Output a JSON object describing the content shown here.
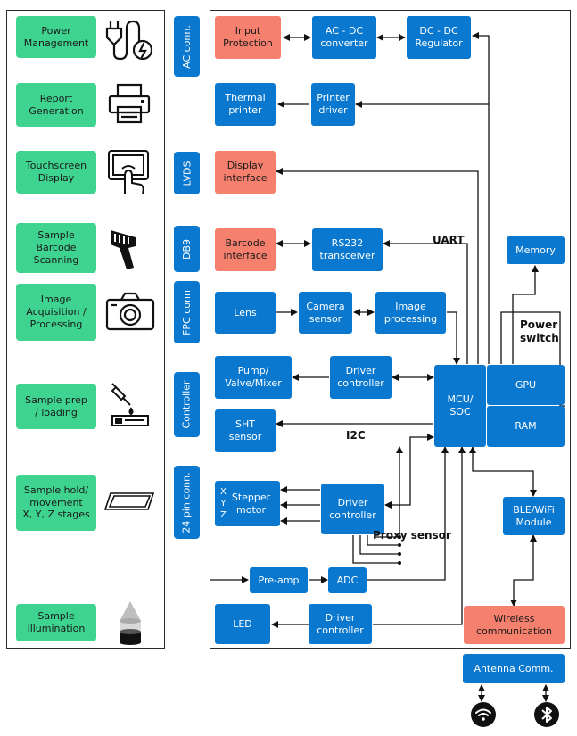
{
  "applications": [
    {
      "label": "Power\nManagement",
      "icon": "power-plug-icon"
    },
    {
      "label": "Report\nGeneration",
      "icon": "printer-icon"
    },
    {
      "label": "Touchscreen\nDisplay",
      "icon": "touchscreen-hand-icon"
    },
    {
      "label": "Sample\nBarcode\nScanning",
      "icon": "barcode-scanner-icon"
    },
    {
      "label": "Image\nAcquisition /\nProcessing",
      "icon": "camera-icon"
    },
    {
      "label": "Sample prep\n/ loading",
      "icon": "pipette-icon"
    },
    {
      "label": "Sample hold/\nmovement\nX, Y, Z stages",
      "icon": "stage-tray-icon"
    },
    {
      "label": "Sample\nillumination",
      "icon": "light-beam-icon"
    }
  ],
  "connectors": [
    "AC conn.",
    "LVDS",
    "DB9",
    "FPC conn",
    "Controller",
    "24 pin conn."
  ],
  "blocks": {
    "input_protection": "Input\nProtection",
    "ac_dc": "AC - DC\nconverter",
    "dc_dc": "DC - DC\nRegulator",
    "thermal_printer": "Thermal\nprinter",
    "printer_driver": "Printer\ndriver",
    "display_interface": "Display\ninterface",
    "barcode_interface": "Barcode\ninterface",
    "rs232": "RS232\ntransceiver",
    "memory": "Memory",
    "lens": "Lens",
    "camera_sensor": "Camera\nsensor",
    "image_processing": "Image\nprocessing",
    "pump": "Pump/\nValve/Mixer",
    "driver_ctrl_pump": "Driver\ncontroller",
    "mcu": "MCU/\nSOC",
    "gpu": "GPU",
    "ram": "RAM",
    "sht": "SHT\nsensor",
    "stepper_axes": "X\nY\nZ",
    "stepper": "Stepper\nmotor",
    "driver_ctrl_stepper": "Driver\ncontroller",
    "ble_wifi": "BLE/WiFi\nModule",
    "preamp": "Pre-amp",
    "adc": "ADC",
    "led": "LED",
    "driver_ctrl_led": "Driver\ncontroller",
    "wireless": "Wireless\ncommunication",
    "antenna": "Antenna Comm."
  },
  "labels": {
    "uart": "UART",
    "power_switch": "Power\nswitch",
    "i2c": "I2C",
    "proxy_sensor": "Proxy sensor"
  },
  "colors": {
    "block_blue": "#0a78cf",
    "block_red": "#f5806e",
    "app_green": "#3ed38f",
    "wire": "#111111"
  }
}
